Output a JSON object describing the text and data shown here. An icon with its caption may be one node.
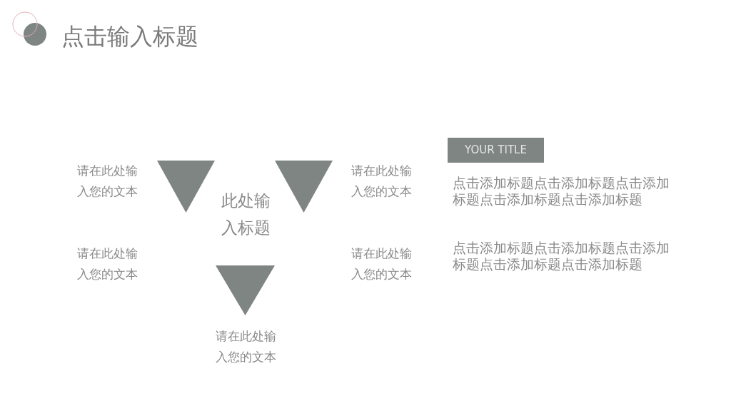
{
  "diagram": {
    "title": "点击输入标题",
    "nodes": [
      {
        "text": [],
        "shape": "triangle"
      },
      {
        "text": [],
        "shape": "triangle"
      },
      {
        "text": [
          "YOUR TITLE"
        ]
      },
      {
        "text": [],
        "shape": "triangle"
      }
    ],
    "labels": [
      "请在此处输入您的文本",
      "请在此处输入您的文本",
      "此处输入标题",
      "请在此处输入您的文本",
      "请在此处输入您的文本",
      "请在此处输入您的文本",
      "点击添加标题点击添加标题点击添加标题点击添加标题点击添加标题",
      "点击添加标题点击添加标题点击添加标题点击添加标题点击添加标题"
    ]
  }
}
